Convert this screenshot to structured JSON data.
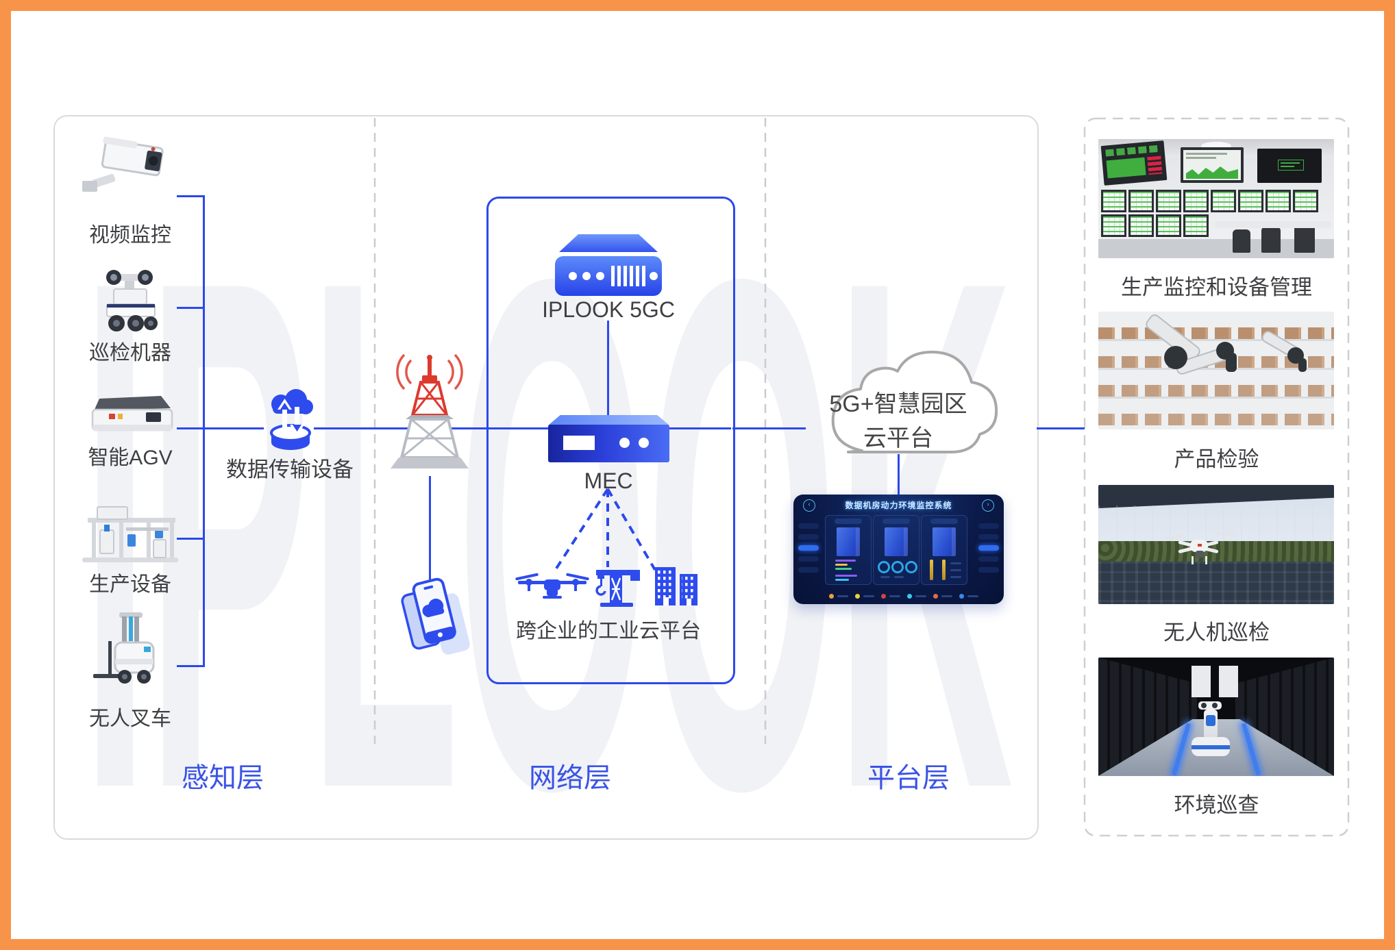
{
  "watermark": {
    "text": "IPLOOK"
  },
  "colors": {
    "frame_orange": "#F8944A",
    "accent_blue": "#2B49EC",
    "icon_blue": "#2E4CED",
    "layer_label_blue": "#3A53E6",
    "tower_red": "#DD3A2E",
    "text_dark": "#3E3F42",
    "container_border": "#DADADA"
  },
  "sensing": {
    "devices": [
      {
        "label": "视频监控",
        "icon": "cctv-camera-icon"
      },
      {
        "label": "巡检机器",
        "icon": "inspection-robot-icon"
      },
      {
        "label": "智能AGV",
        "icon": "agv-icon"
      },
      {
        "label": "生产设备",
        "icon": "production-equipment-icon"
      },
      {
        "label": "无人叉车",
        "icon": "forklift-icon"
      }
    ],
    "transmission": {
      "label": "数据传输设备",
      "icon": "cloud-transfer-icon"
    }
  },
  "network": {
    "base_station_icon": "signal-tower-icon",
    "ue_icon": "smartphones-icon",
    "core": {
      "label": "IPLOOK 5GC",
      "icon": "core-server-icon"
    },
    "mec": {
      "label": "MEC",
      "icon": "edge-server-icon"
    },
    "industry_cloud": {
      "label": "跨企业的工业云平台",
      "icons": [
        "drone-icon",
        "crane-icon",
        "buildings-icon"
      ]
    }
  },
  "platform": {
    "cloud": {
      "line1": "5G+智慧园区",
      "line2": "云平台"
    },
    "dashboard": {
      "title": "数据机房动力环境监控系统"
    }
  },
  "layer_labels": [
    {
      "label": "感知层"
    },
    {
      "label": "网络层"
    },
    {
      "label": "平台层"
    }
  ],
  "applications": [
    {
      "caption": "生产监控和设备管理",
      "image": "control-room-photo"
    },
    {
      "caption": "产品检验",
      "image": "robot-arm-inspection-photo"
    },
    {
      "caption": "无人机巡检",
      "image": "drone-patrol-photo"
    },
    {
      "caption": "环境巡查",
      "image": "datacenter-robot-photo"
    }
  ]
}
